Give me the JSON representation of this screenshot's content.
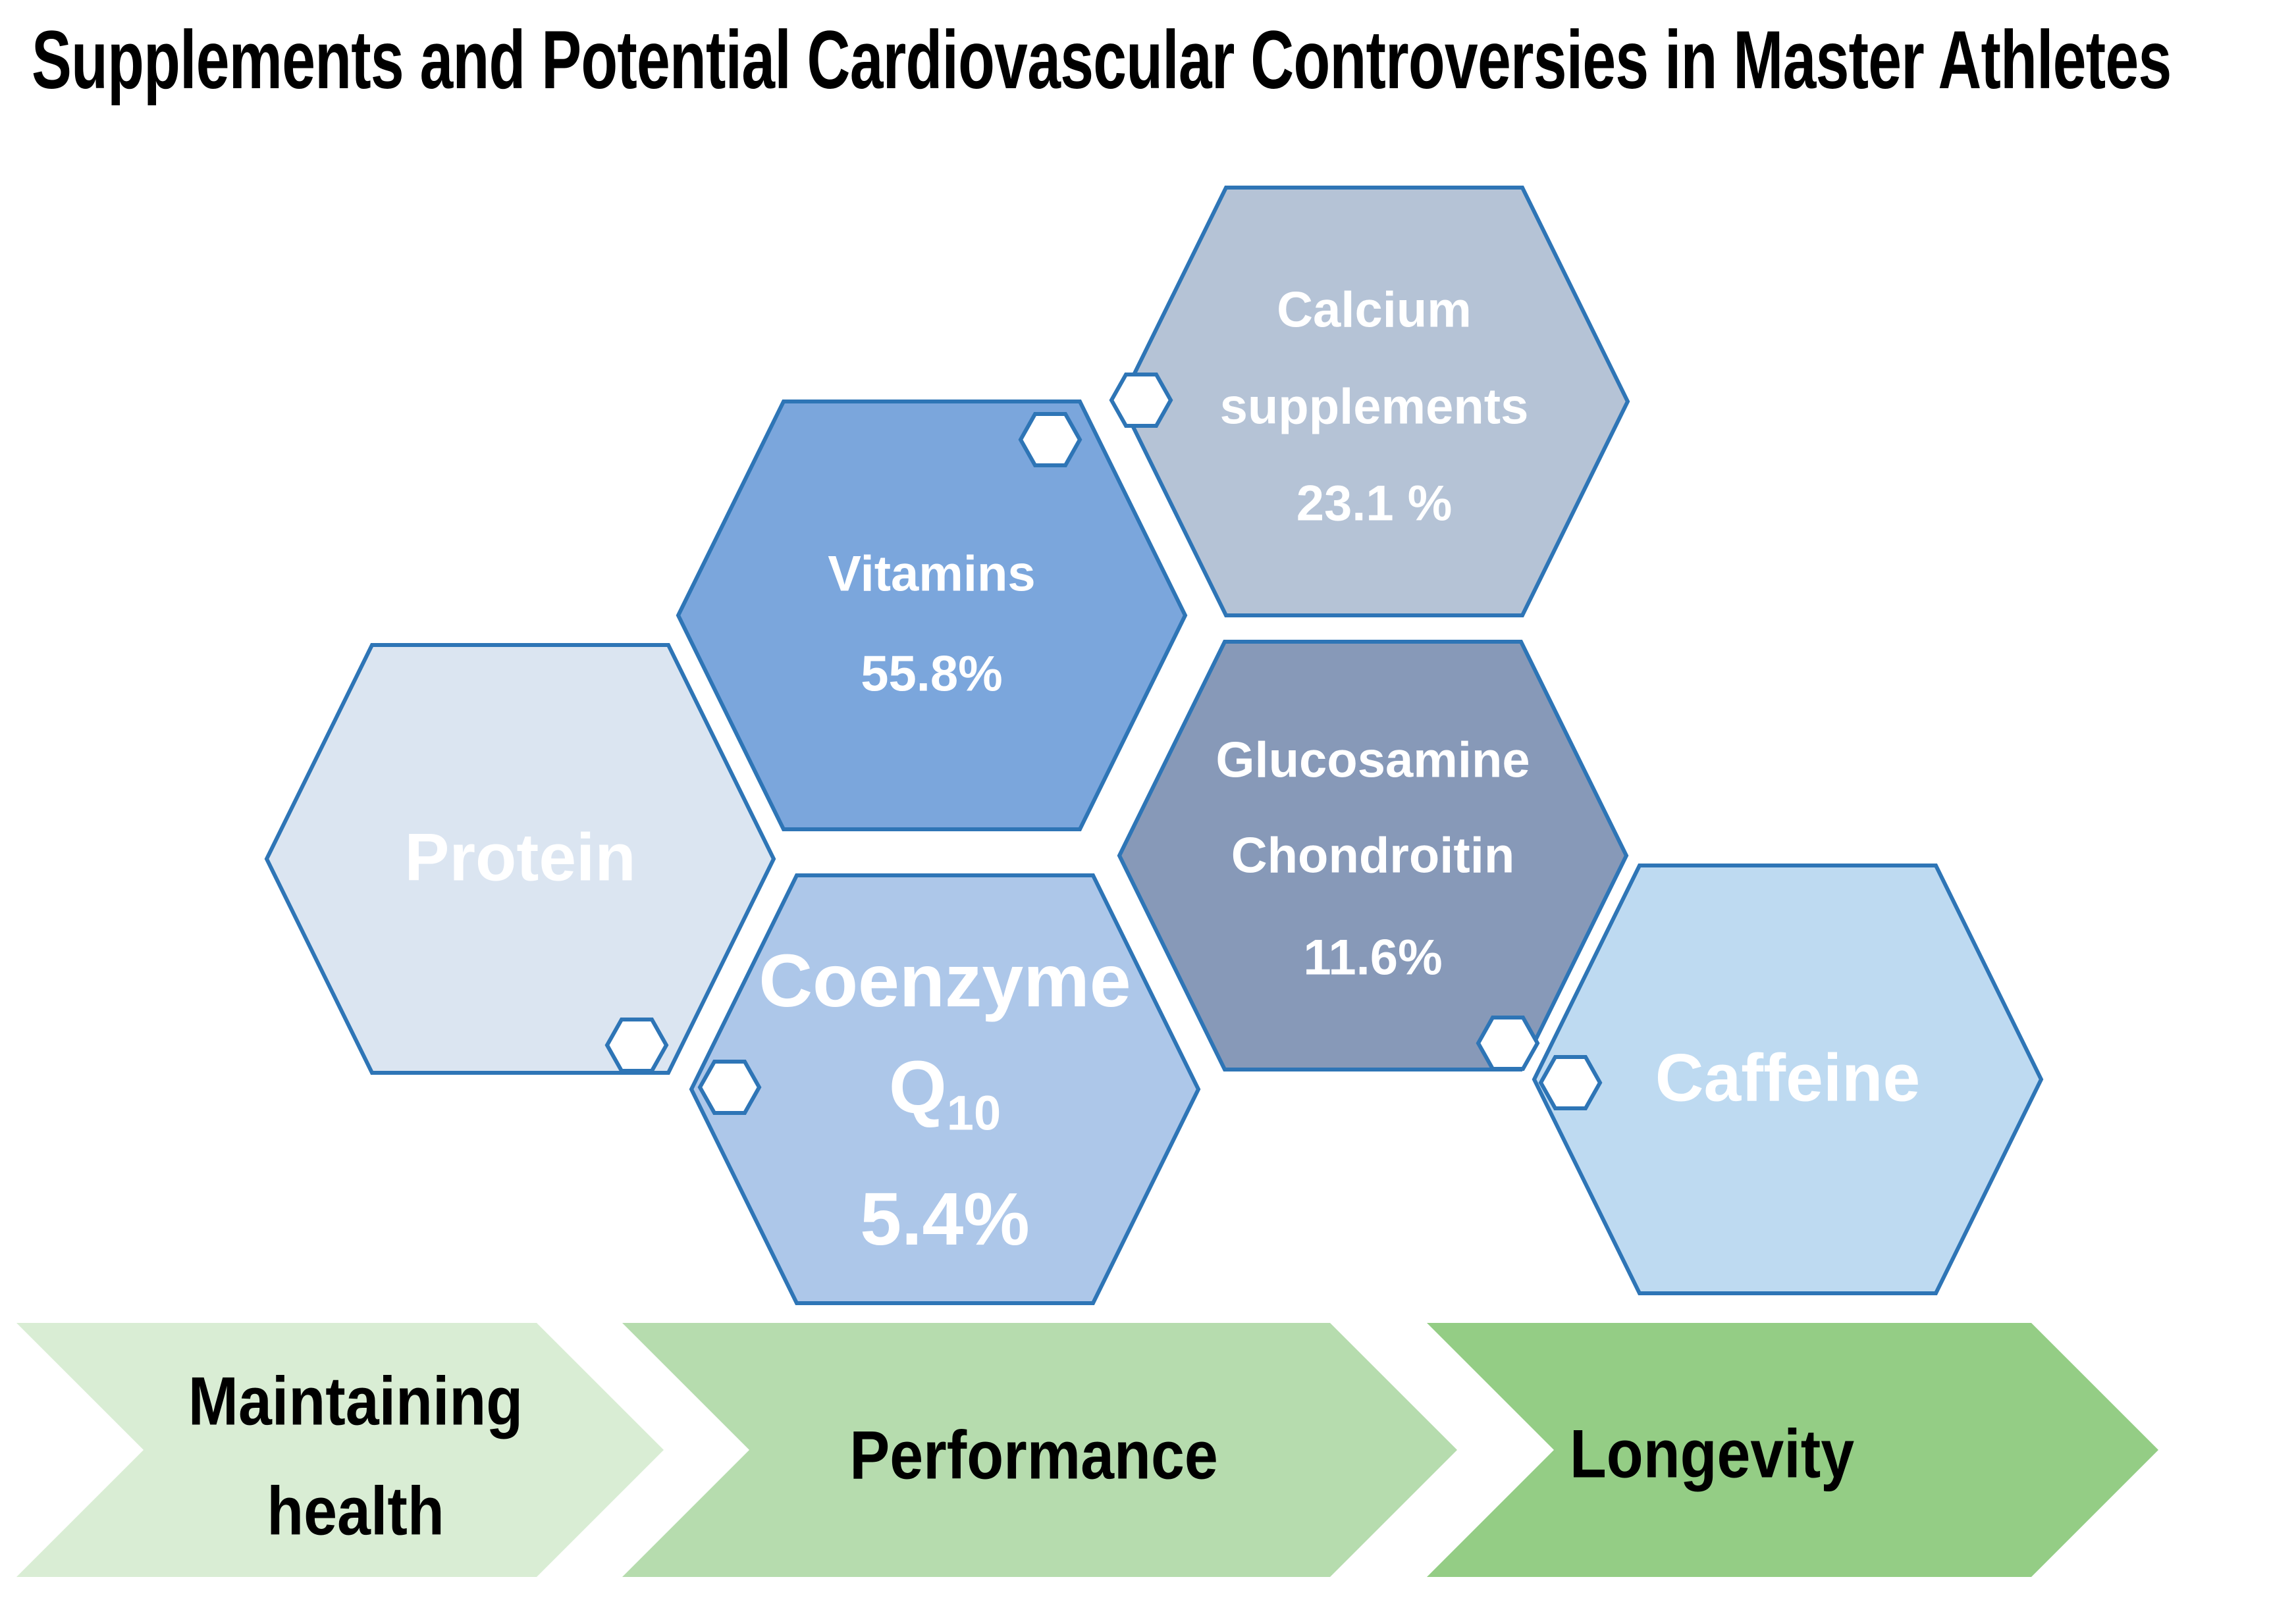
{
  "title": "Supplements and Potential Cardiovascular Controversies in Master Athletes",
  "colors": {
    "background": "#ffffff",
    "hexagon_border": "#2e75b6",
    "hexagon_text": "#ffffff",
    "title_text": "#000000",
    "stage_text": "#000000"
  },
  "hexagons": [
    {
      "name": "Calcium supplements",
      "lines": [
        "Calcium",
        "supplements",
        "23.1 %"
      ],
      "color": "#b5c3d6"
    },
    {
      "name": "Vitamins",
      "lines": [
        "Vitamins",
        "55.8%"
      ],
      "color": "#7ba6dc"
    },
    {
      "name": "Protein",
      "lines": [
        "Protein"
      ],
      "color": "#dbe5f1"
    },
    {
      "name": "Glucosamine Chondroitin",
      "lines": [
        "Glucosamine",
        "Chondroitin",
        "11.6%"
      ],
      "color": "#8799b8"
    },
    {
      "name": "Coenzyme Q10",
      "line1": "Coenzyme",
      "q": "Q",
      "q_sub": "10",
      "value": "5.4%",
      "color": "#adc7e9"
    },
    {
      "name": "Caffeine",
      "lines": [
        "Caffeine"
      ],
      "color": "#bedaf1"
    }
  ],
  "stages": [
    {
      "label": "Maintaining health",
      "lines": [
        "Maintaining",
        "health"
      ],
      "color": "#d9edd4"
    },
    {
      "label": "Performance",
      "color": "#b6dcae"
    },
    {
      "label": "Longevity",
      "color": "#94cd85"
    }
  ]
}
